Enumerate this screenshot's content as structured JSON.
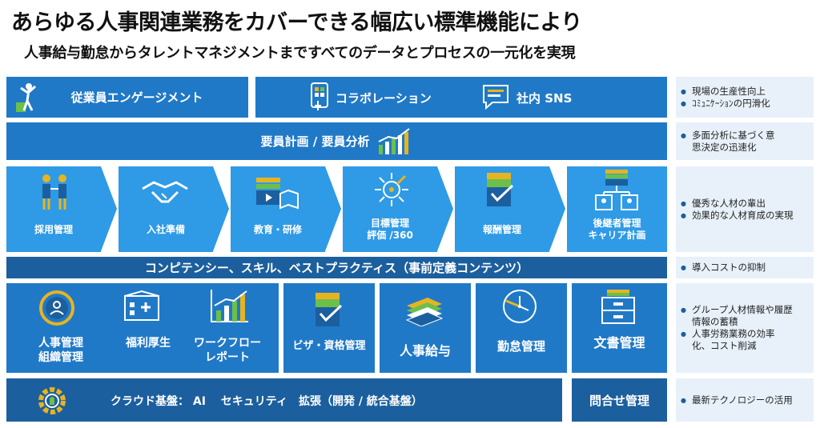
{
  "title": "あらゆる人事関連業務をカバーできる幅広い標準機能により",
  "subtitle": "人事給与勤怠からタレントマネジメントまですべてのデータとプロセスの一元化を実現",
  "row1": {
    "engagement": "従業員エンゲージメント",
    "collaboration": "コラボレーション",
    "sns": "社内 SNS"
  },
  "row2": {
    "planning": "要員計画 / 要員分析"
  },
  "steps": [
    {
      "line1": "採用管理",
      "line2": ""
    },
    {
      "line1": "入社準備",
      "line2": ""
    },
    {
      "line1": "教育・研修",
      "line2": ""
    },
    {
      "line1": "目標管理",
      "line2": "評価 /360"
    },
    {
      "line1": "報酬管理",
      "line2": ""
    },
    {
      "line1": "後継者管理",
      "line2": "キャリア計画"
    }
  ],
  "row4": {
    "competency": "コンピテンシー、スキル、ベストプラクティス（事前定義コンテンツ）"
  },
  "row5": {
    "hr_line1": "人事管理",
    "hr_line2": "組織管理",
    "welfare": "福利厚生",
    "wf_line1": "ワークフロー",
    "wf_line2": "レポート",
    "visa": "ビザ・資格管理",
    "payroll": "人事給与",
    "attendance": "勤怠管理",
    "docs": "文書管理"
  },
  "row6": {
    "cloud": "クラウド基盤：  AI　 セキュリティ　拡張（開発 / 統合基盤）",
    "inquiry": "問合せ管理"
  },
  "side": [
    [
      "現場の生産性向上",
      "ｺﾐｭﾆｹｰｼｮﾝの円滑化"
    ],
    [
      "多面分析に基づく意思決定の迅速化"
    ],
    [
      "優秀な人材の輩出",
      "効果的な人材育成の実現"
    ],
    [
      "導入コストの抑制"
    ],
    [
      "グループ人材情報や履歴情報の蓄積",
      "人事労務業務の効率化、コスト削減"
    ],
    [
      "最新テクノロジーの活用"
    ]
  ],
  "colors": {
    "dark": "#1c5f9e",
    "mid": "#2079c7",
    "light": "#2f9ae6",
    "side": "#e8f1fa",
    "gold": "#e6b422"
  }
}
